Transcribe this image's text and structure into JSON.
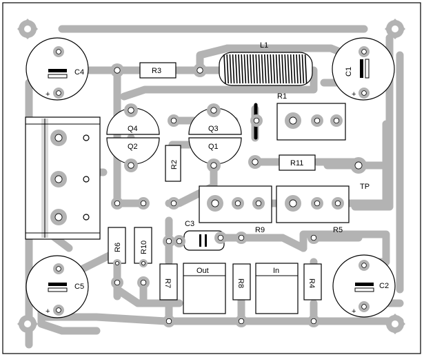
{
  "colors": {
    "background": "#ffffff",
    "trace": "#b3b3b3",
    "pad_ring": "#b3b3b3",
    "pad_hole": "#ffffff",
    "silkscreen": "#000000"
  },
  "components": {
    "L1": "L1",
    "R3": "R3",
    "R1": "R1",
    "R2": "R2",
    "R11": "R11",
    "R9": "R9",
    "R5": "R5",
    "R6": "R6",
    "R10": "R10",
    "R7": "R7",
    "R8": "R8",
    "R4": "R4",
    "C1": "C1",
    "C2": "C2",
    "C3": "C3",
    "C4": "C4",
    "C5": "C5",
    "Q1": "Q1",
    "Q2": "Q2",
    "Q3": "Q3",
    "Q4": "Q4",
    "TP": "TP",
    "Out": "Out",
    "In": "In"
  },
  "polarity": {
    "C1": "+",
    "C2": "+",
    "C4": "+",
    "C5": "+"
  }
}
